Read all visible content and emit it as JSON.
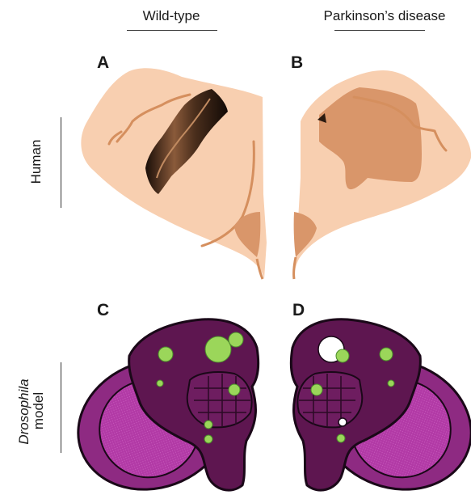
{
  "header": {
    "left_title": "Wild-type",
    "right_title": "Parkinson’s disease"
  },
  "row_labels": {
    "top": "Human",
    "bottom_italic": "Drosophila",
    "bottom": "model"
  },
  "panels": {
    "a": "A",
    "b": "B",
    "c": "C",
    "d": "D"
  },
  "colors": {
    "skin": "#f8cfb0",
    "skin_dark": "#d9966a",
    "outline": "#d58f5e",
    "fly_dark": "#5e1650",
    "fly_mid": "#7a1e6b",
    "fly_bright": "#b23aa6",
    "neuron_green": "#9bd65a"
  }
}
